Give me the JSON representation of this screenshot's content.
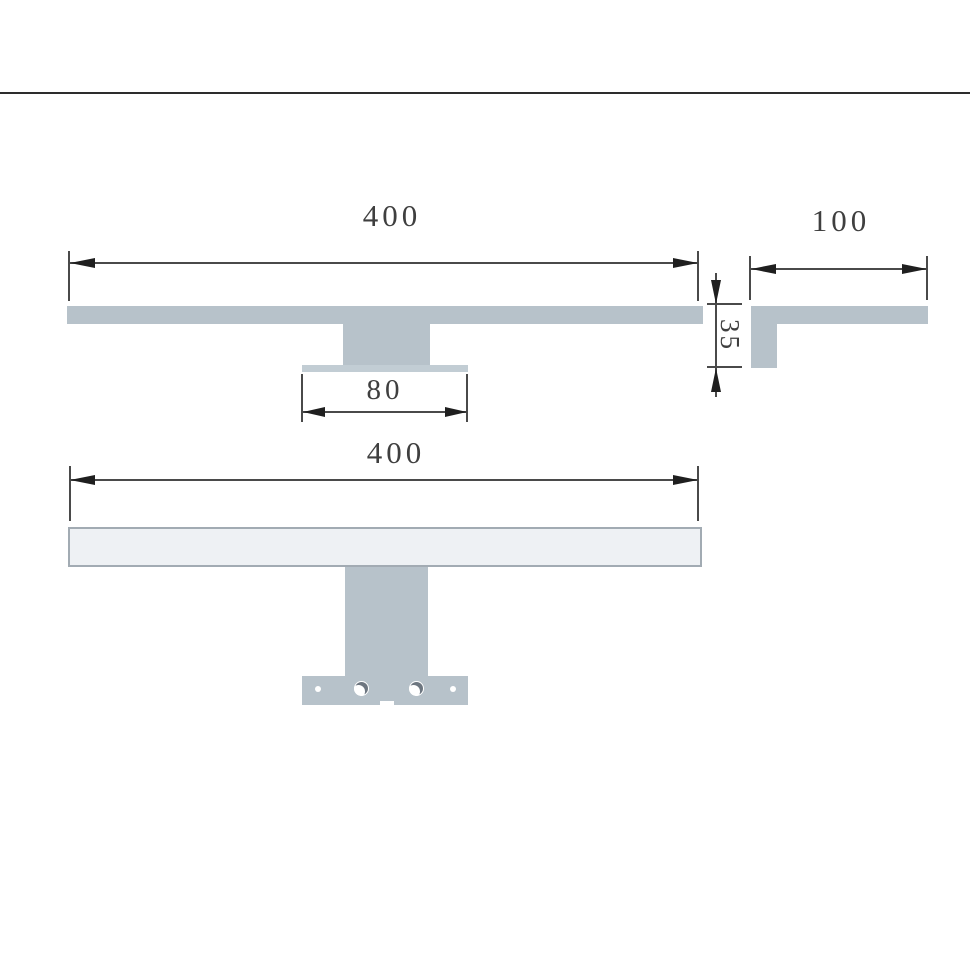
{
  "dims": {
    "top_width": "400",
    "head_depth": "100",
    "profile_height": "35",
    "bracket_width": "80",
    "front_width": "400"
  },
  "colors": {
    "metal": "#b7c2ca",
    "metal_light": "#c2cdd4",
    "lamp_fill": "#eef1f4",
    "lamp_border": "#a2abb3",
    "line": "#4a4a4a",
    "arrow": "#1f1f1f",
    "text": "#3f3f3f",
    "frame_line": "#2d2d2d",
    "hole_dark": "#6d7680"
  }
}
